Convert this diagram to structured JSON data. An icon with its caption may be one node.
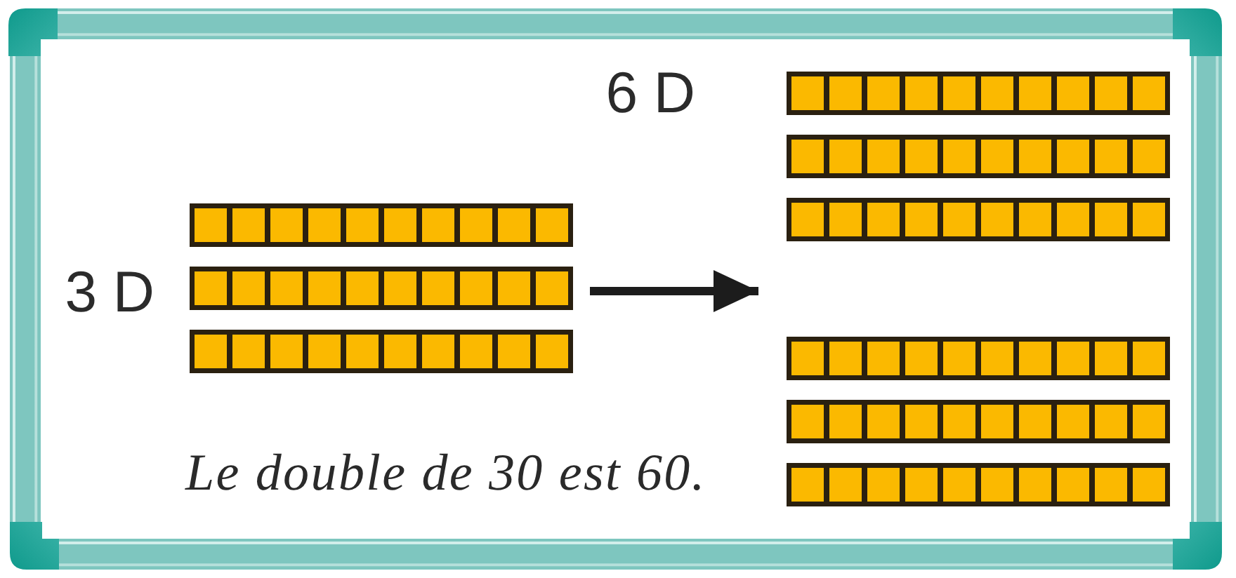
{
  "diagram": {
    "nodes": [
      {
        "text": [
          "3 D"
        ]
      },
      {
        "text": [
          "6 D"
        ]
      }
    ],
    "edges": [
      {
        "from": 0,
        "to": 1,
        "arrow": "to"
      }
    ],
    "labels": [
      "Le double de 30 est 60."
    ]
  }
}
